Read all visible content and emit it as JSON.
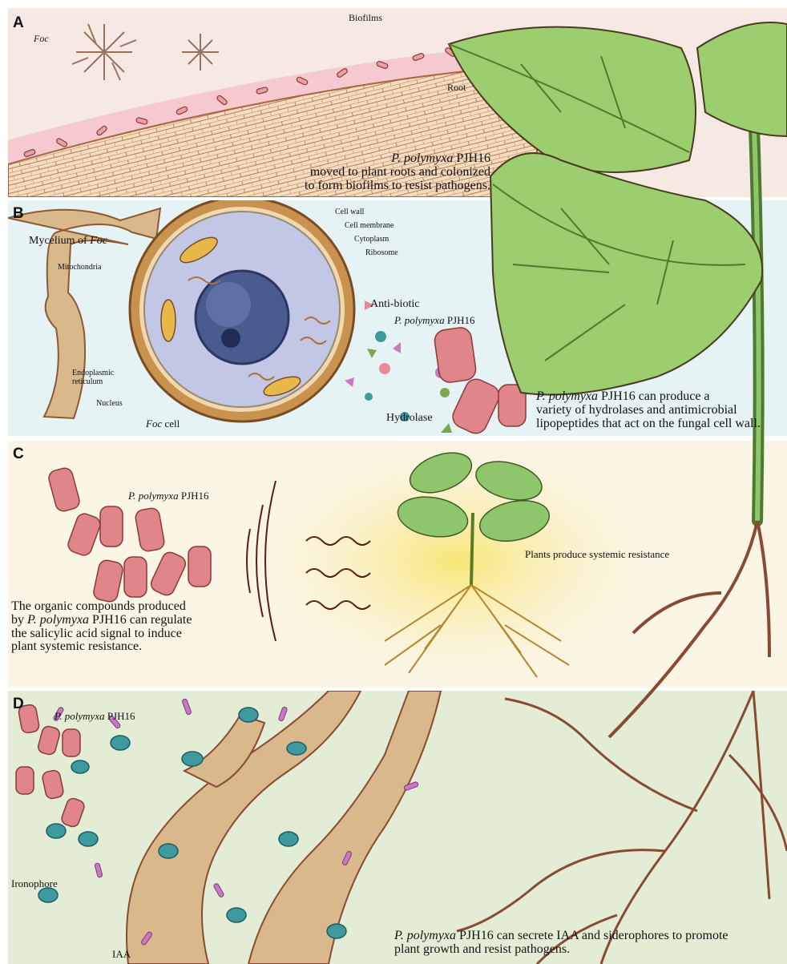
{
  "panels": {
    "a": {
      "label": "A",
      "foc": "Foc",
      "biofilms": "Biofilms",
      "root": "Root",
      "cap_italic": "P. polymyxa",
      "cap_rest": " PJH16",
      "cap_line2": "moved to plant roots and colonized",
      "cap_line3": "to form biofilms to resist pathogens."
    },
    "b": {
      "label": "B",
      "mycelium_prefix": "Mycelium of ",
      "mycelium_italic": "Foc",
      "cell_wall": "Cell wall",
      "cell_membrane": "Cell membrane",
      "cytoplasm": "Cytoplasm",
      "ribosome": "Ribosome",
      "mitochondria": "Mitochondria",
      "er_line1": "Endoplasmic",
      "er_line2": "reticulum",
      "nucleus": "Nucleus",
      "foc_cell_italic": "Foc",
      "foc_cell_rest": " cell",
      "antibiotic": "Anti-biotic",
      "pp_italic": "P. polymyxa",
      "pp_rest": " PJH16",
      "hydrolase": "Hydrolase",
      "cap_italic": "P. polymyxa",
      "cap_rest": " PJH16 can produce a",
      "cap_line2": "variety of hydrolases and antimicrobial",
      "cap_line3": "lipopeptides that act on the fungal cell wall."
    },
    "c": {
      "label": "C",
      "pp_italic": "P. polymyxa",
      "pp_rest": " PJH16",
      "systemic": "Plants produce systemic resistance",
      "cap_line1": "The organic compounds produced",
      "cap_prefix2": "by ",
      "cap_italic2": "P. polymyxa",
      "cap_rest2": " PJH16 can regulate",
      "cap_line3": "the salicylic acid signal to induce",
      "cap_line4": "plant systemic resistance."
    },
    "d": {
      "label": "D",
      "pp_italic": "P. polymyxa",
      "pp_rest": " PJH16",
      "ironophore": "Ironophore",
      "iaa": "IAA",
      "cap_italic": "P. polymyxa",
      "cap_rest": " PJH16 can secrete IAA and siderophores to promote",
      "cap_line2": "plant growth and resist pathogens."
    }
  },
  "colors": {
    "bacteria": "#e0868a",
    "hypha": "#d9b98c",
    "root": "#8a4a32",
    "leaf": "#8fc66b",
    "nucleus": "#4a5b8f",
    "ironophore": "#3f9aa0",
    "iaa": "#c978c4"
  }
}
